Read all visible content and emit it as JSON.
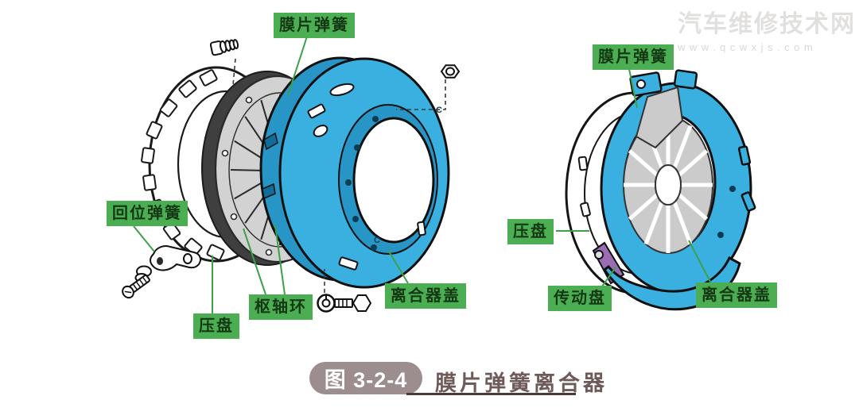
{
  "watermark": {
    "site_name": "汽车维修技术网",
    "site_url": "www.qcwxjs.com"
  },
  "caption": {
    "figure_no": "图 3-2-4",
    "title": "膜片弹簧离合器"
  },
  "labels": {
    "left": [
      {
        "text": "膜片弹簧"
      },
      {
        "text": "回位弹簧"
      },
      {
        "text": "压盘"
      },
      {
        "text": "枢轴环"
      },
      {
        "text": "离合器盖"
      }
    ],
    "right": [
      {
        "text": "膜片弹簧"
      },
      {
        "text": "压盘"
      },
      {
        "text": "传动盘"
      },
      {
        "text": "离合器盖"
      }
    ]
  },
  "diagram": {
    "cast_mark": "C"
  },
  "colors": {
    "label_bg": "#4cae52",
    "label_text": "#143814",
    "leader_line": "#3da04b",
    "cover_blue": "#3ab0e0",
    "cover_blue_dark": "#2795c5",
    "spring_gray": "#cbcbcb",
    "pivot_ring_dark": "#3f3f3f",
    "drive_strap_purple": "#9a6cb4",
    "caption_pill": "#9c8d8f",
    "caption_text": "#6e5b59",
    "watermark_gray": "#e0dedd"
  }
}
